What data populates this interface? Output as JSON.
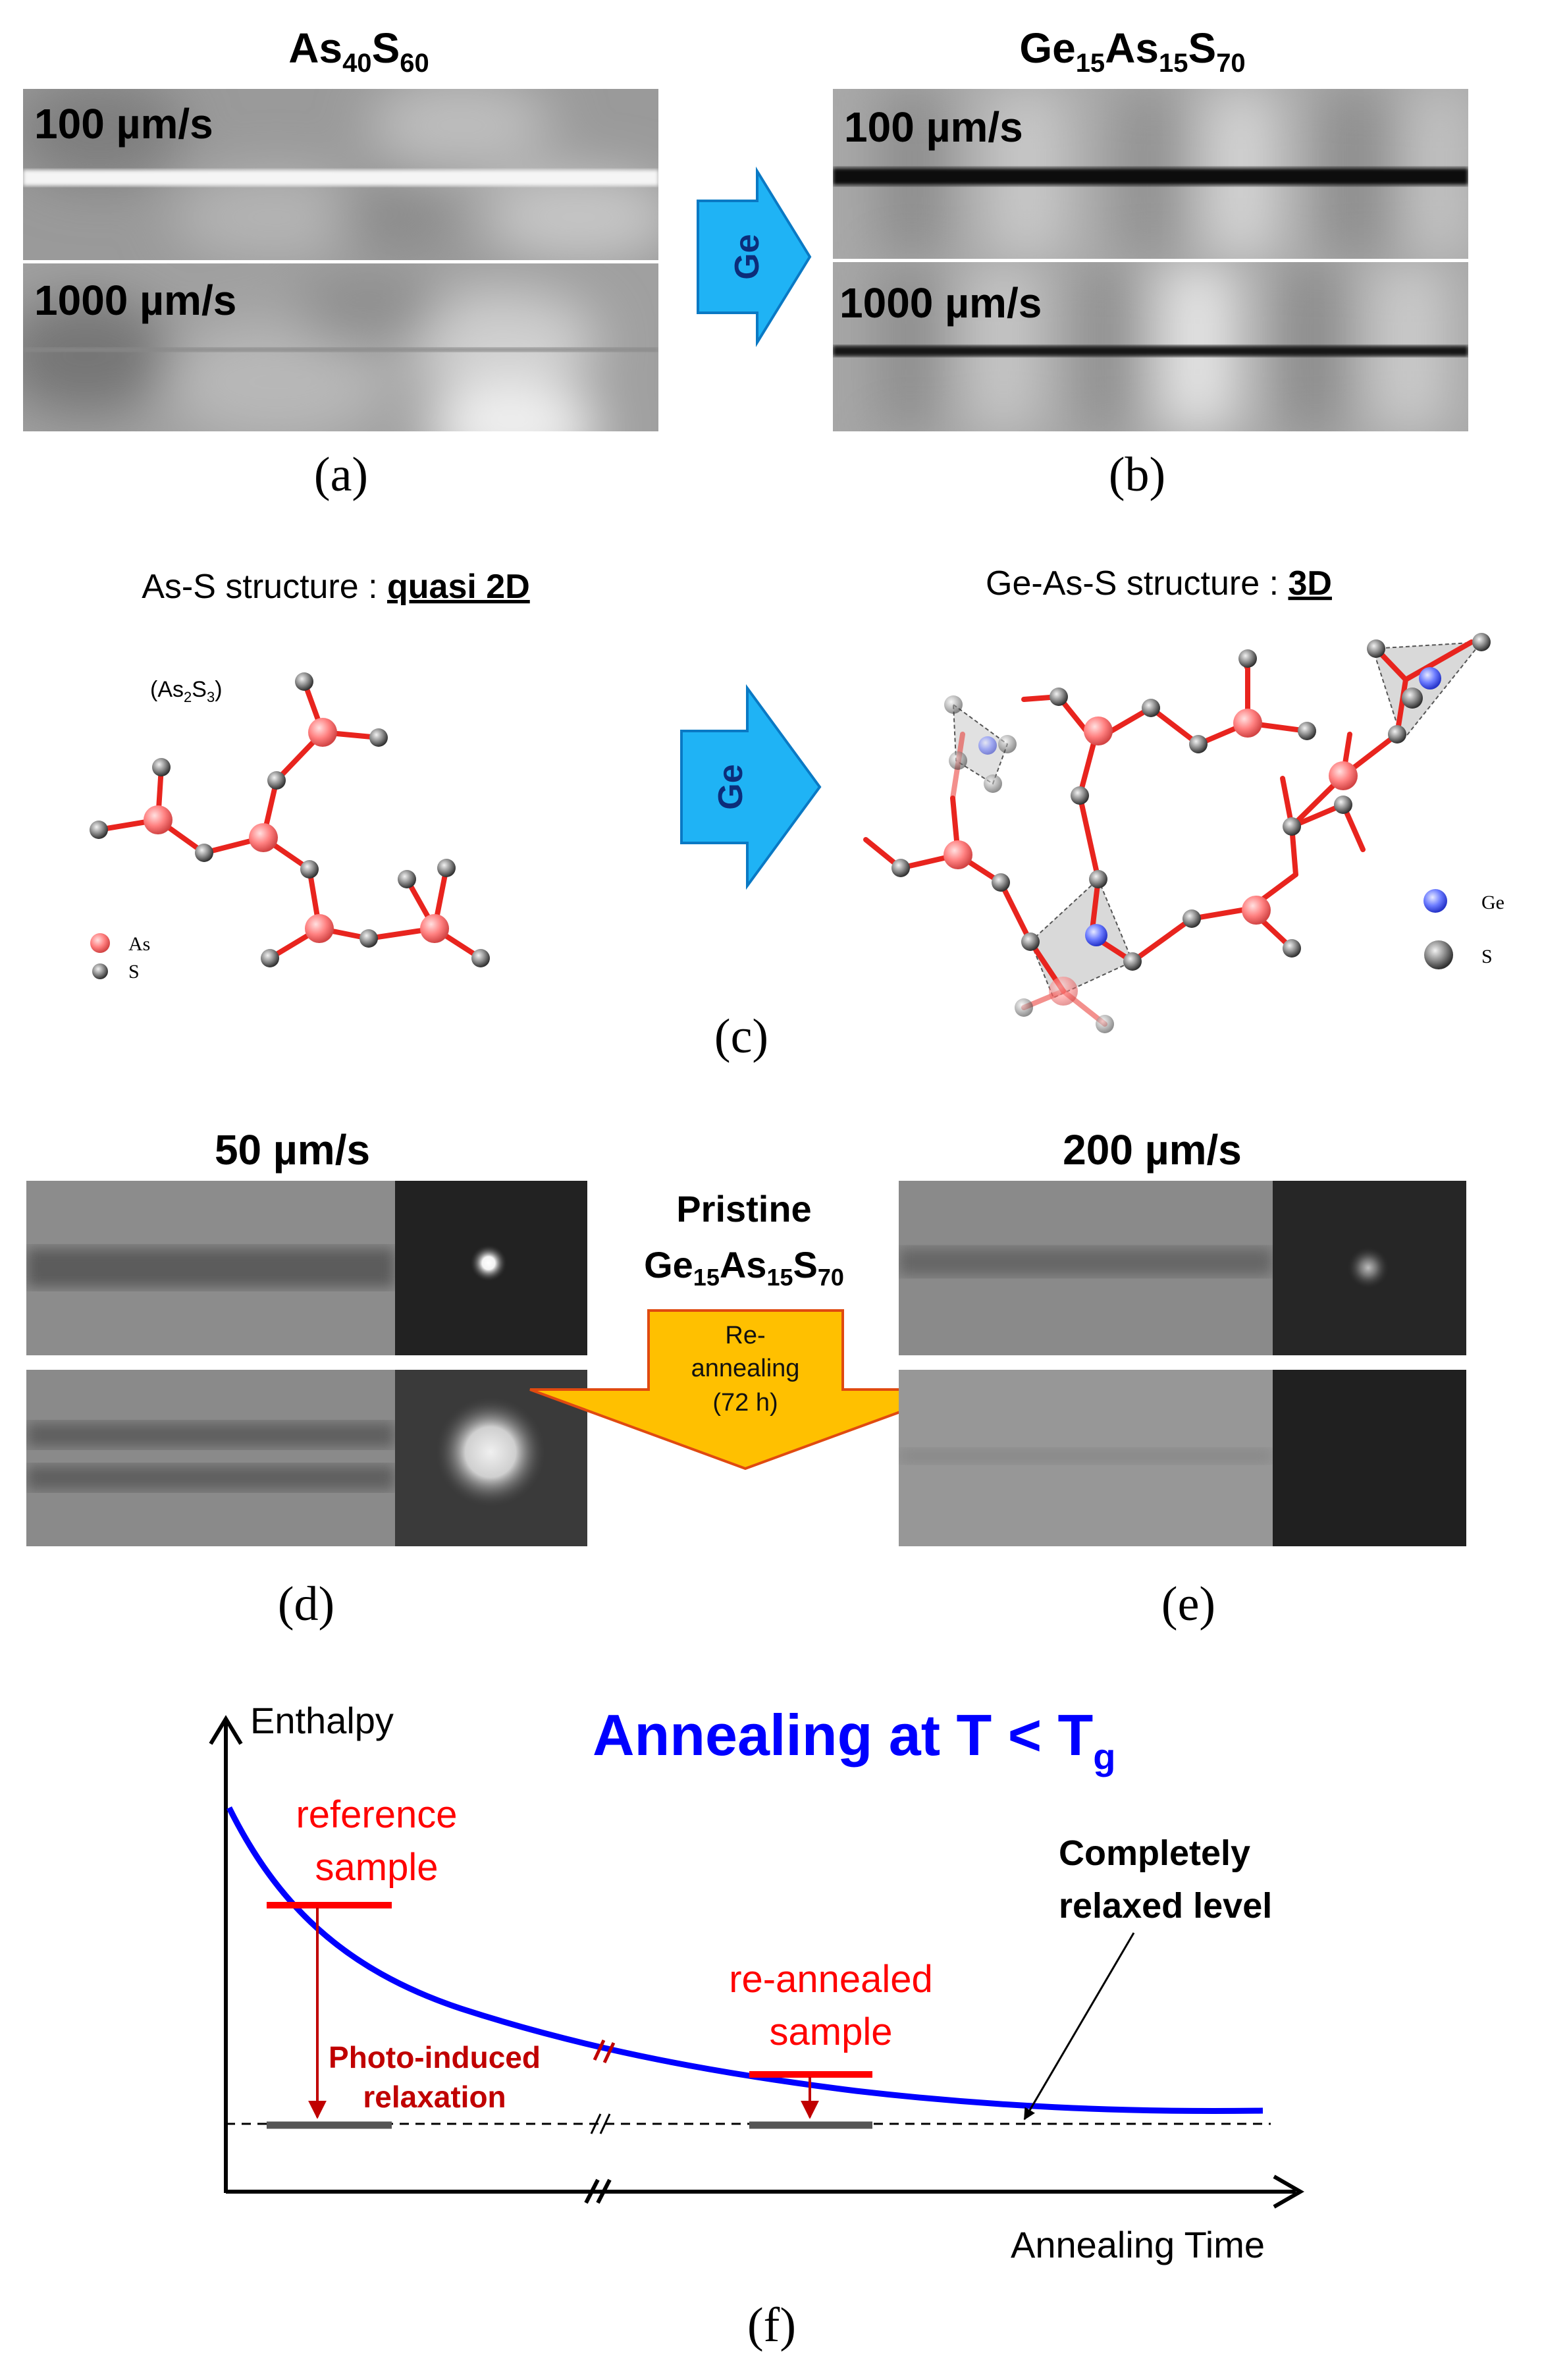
{
  "panel_a": {
    "title_base1": "As",
    "title_sub1": "40",
    "title_base2": "S",
    "title_sub2": "60",
    "speed1": "100 µm/s",
    "speed2": "1000 µm/s",
    "label": "(a)"
  },
  "arrow_ab": {
    "label": "Ge"
  },
  "panel_b": {
    "title_base1": "Ge",
    "title_sub1": "15",
    "title_base2": "As",
    "title_sub2": "15",
    "title_base3": "S",
    "title_sub3": "70",
    "speed1": "100 µm/s",
    "speed2": "1000 µm/s",
    "label": "(b)"
  },
  "panel_c": {
    "left_title_prefix": "As-S structure : ",
    "left_title_emph": "quasi 2D",
    "formula_open": "(As",
    "formula_sub1": "2",
    "formula_mid": "S",
    "formula_sub2": "3",
    "formula_close": ")",
    "legend_left_as": "As",
    "legend_left_s": "S",
    "arrow_label": "Ge",
    "right_title_prefix": "Ge-As-S structure : ",
    "right_title_emph": "3D",
    "legend_right_ge": "Ge",
    "legend_right_s": "S",
    "label": "(c)",
    "colors": {
      "as": "#ff8080",
      "s": "#777777",
      "ge": "#5a6cff",
      "bond": "#e8241e"
    }
  },
  "panel_d": {
    "speed": "50 µm/s",
    "label": "(d)"
  },
  "center_de": {
    "line1": "Pristine",
    "g_base1": "Ge",
    "g_sub1": "15",
    "g_base2": "As",
    "g_sub2": "15",
    "g_base3": "S",
    "g_sub3": "70",
    "arrow_l1": "Re-",
    "arrow_l2": "annealing",
    "arrow_l3": "(72 h)",
    "arrow_color": "#ffc000"
  },
  "panel_e": {
    "speed": "200 µm/s",
    "label": "(e)"
  },
  "panel_f": {
    "title_main": "Annealing at T < T",
    "title_sub": "g",
    "ylabel": "Enthalpy",
    "xlabel": "Annealing Time",
    "ref_line1": "reference",
    "ref_line2": "sample",
    "re_line1": "re-annealed",
    "re_line2": "sample",
    "relax_line1": "Completely",
    "relax_line2": "relaxed level",
    "photo_line1": "Photo-induced",
    "photo_line2": "relaxation",
    "label": "(f)",
    "colors": {
      "curve": "#0000ff",
      "markers": "#ff0000",
      "dark_red": "#c00000"
    }
  }
}
